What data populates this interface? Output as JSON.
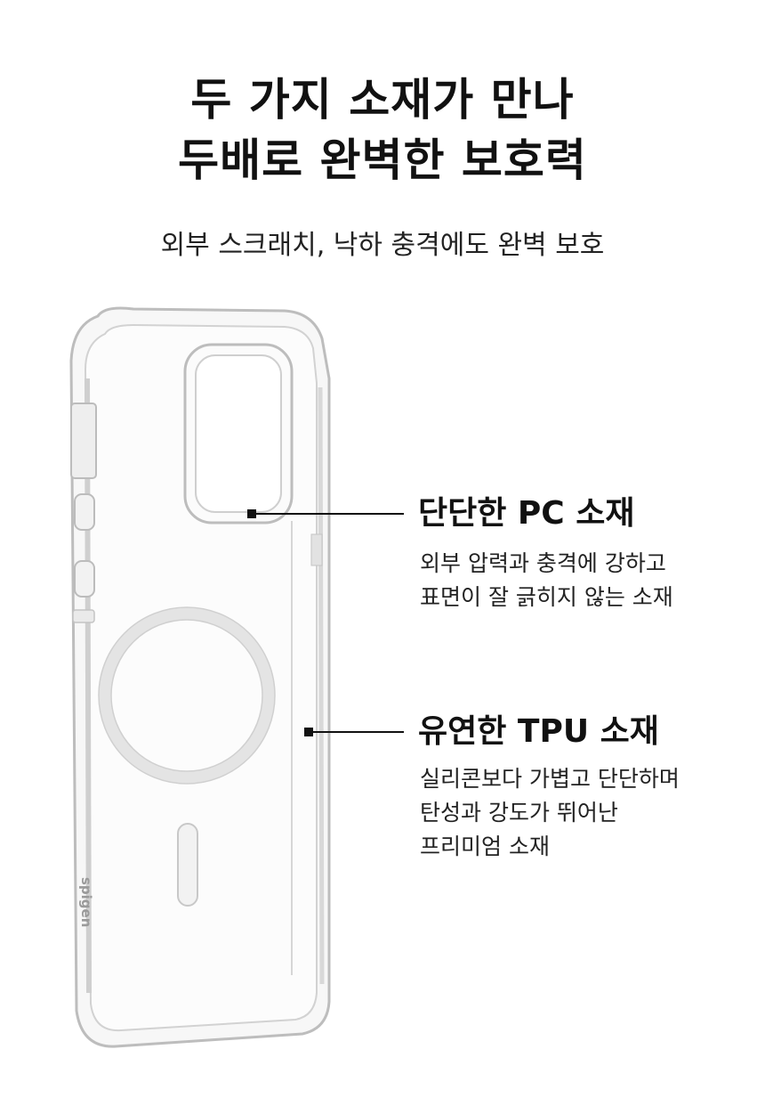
{
  "headline": {
    "line1": "두 가지 소재가 만나",
    "line2": "두배로 완벽한 보호력"
  },
  "subtitle": "외부 스크래치, 낙하 충격에도 완벽 보호",
  "product": {
    "brand": "spigen"
  },
  "features": [
    {
      "title": "단단한 PC 소재",
      "desc": [
        "외부 압력과 충격에 강하고",
        "표면이 잘 긁히지 않는 소재"
      ]
    },
    {
      "title": "유연한 TPU 소재",
      "desc": [
        "실리콘보다 가볍고 단단하며",
        "탄성과 강도가 뛰어난",
        "프리미엄 소재"
      ]
    }
  ]
}
